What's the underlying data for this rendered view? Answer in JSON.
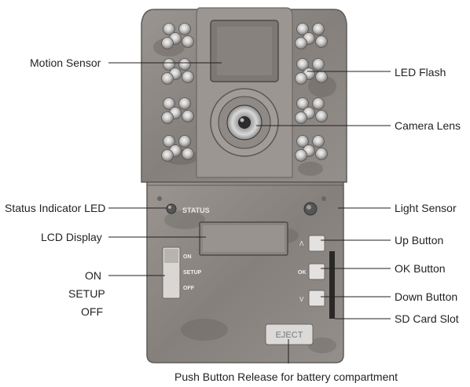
{
  "labels": {
    "motion_sensor": "Motion Sensor",
    "led_flash": "LED Flash",
    "camera_lens": "Camera Lens",
    "status_indicator_led": "Status Indicator LED",
    "light_sensor": "Light Sensor",
    "lcd_display": "LCD Display",
    "up_button": "Up Button",
    "ok_button": "OK Button",
    "down_button": "Down Button",
    "sd_card_slot": "SD Card Slot",
    "switch_on": "ON",
    "switch_setup": "SETUP",
    "switch_off": "OFF",
    "battery_release": "Push Button Release for battery compartment"
  },
  "device": {
    "status_text": "STATUS",
    "switch_on": "ON",
    "switch_setup": "SETUP",
    "switch_off": "OFF",
    "up_glyph": "Λ",
    "ok_text": "OK",
    "down_glyph": "V",
    "eject_text": "EJECT"
  },
  "colors": {
    "body": "#8f8a86",
    "body_dark": "#6e6a67",
    "line": "#231f20"
  }
}
